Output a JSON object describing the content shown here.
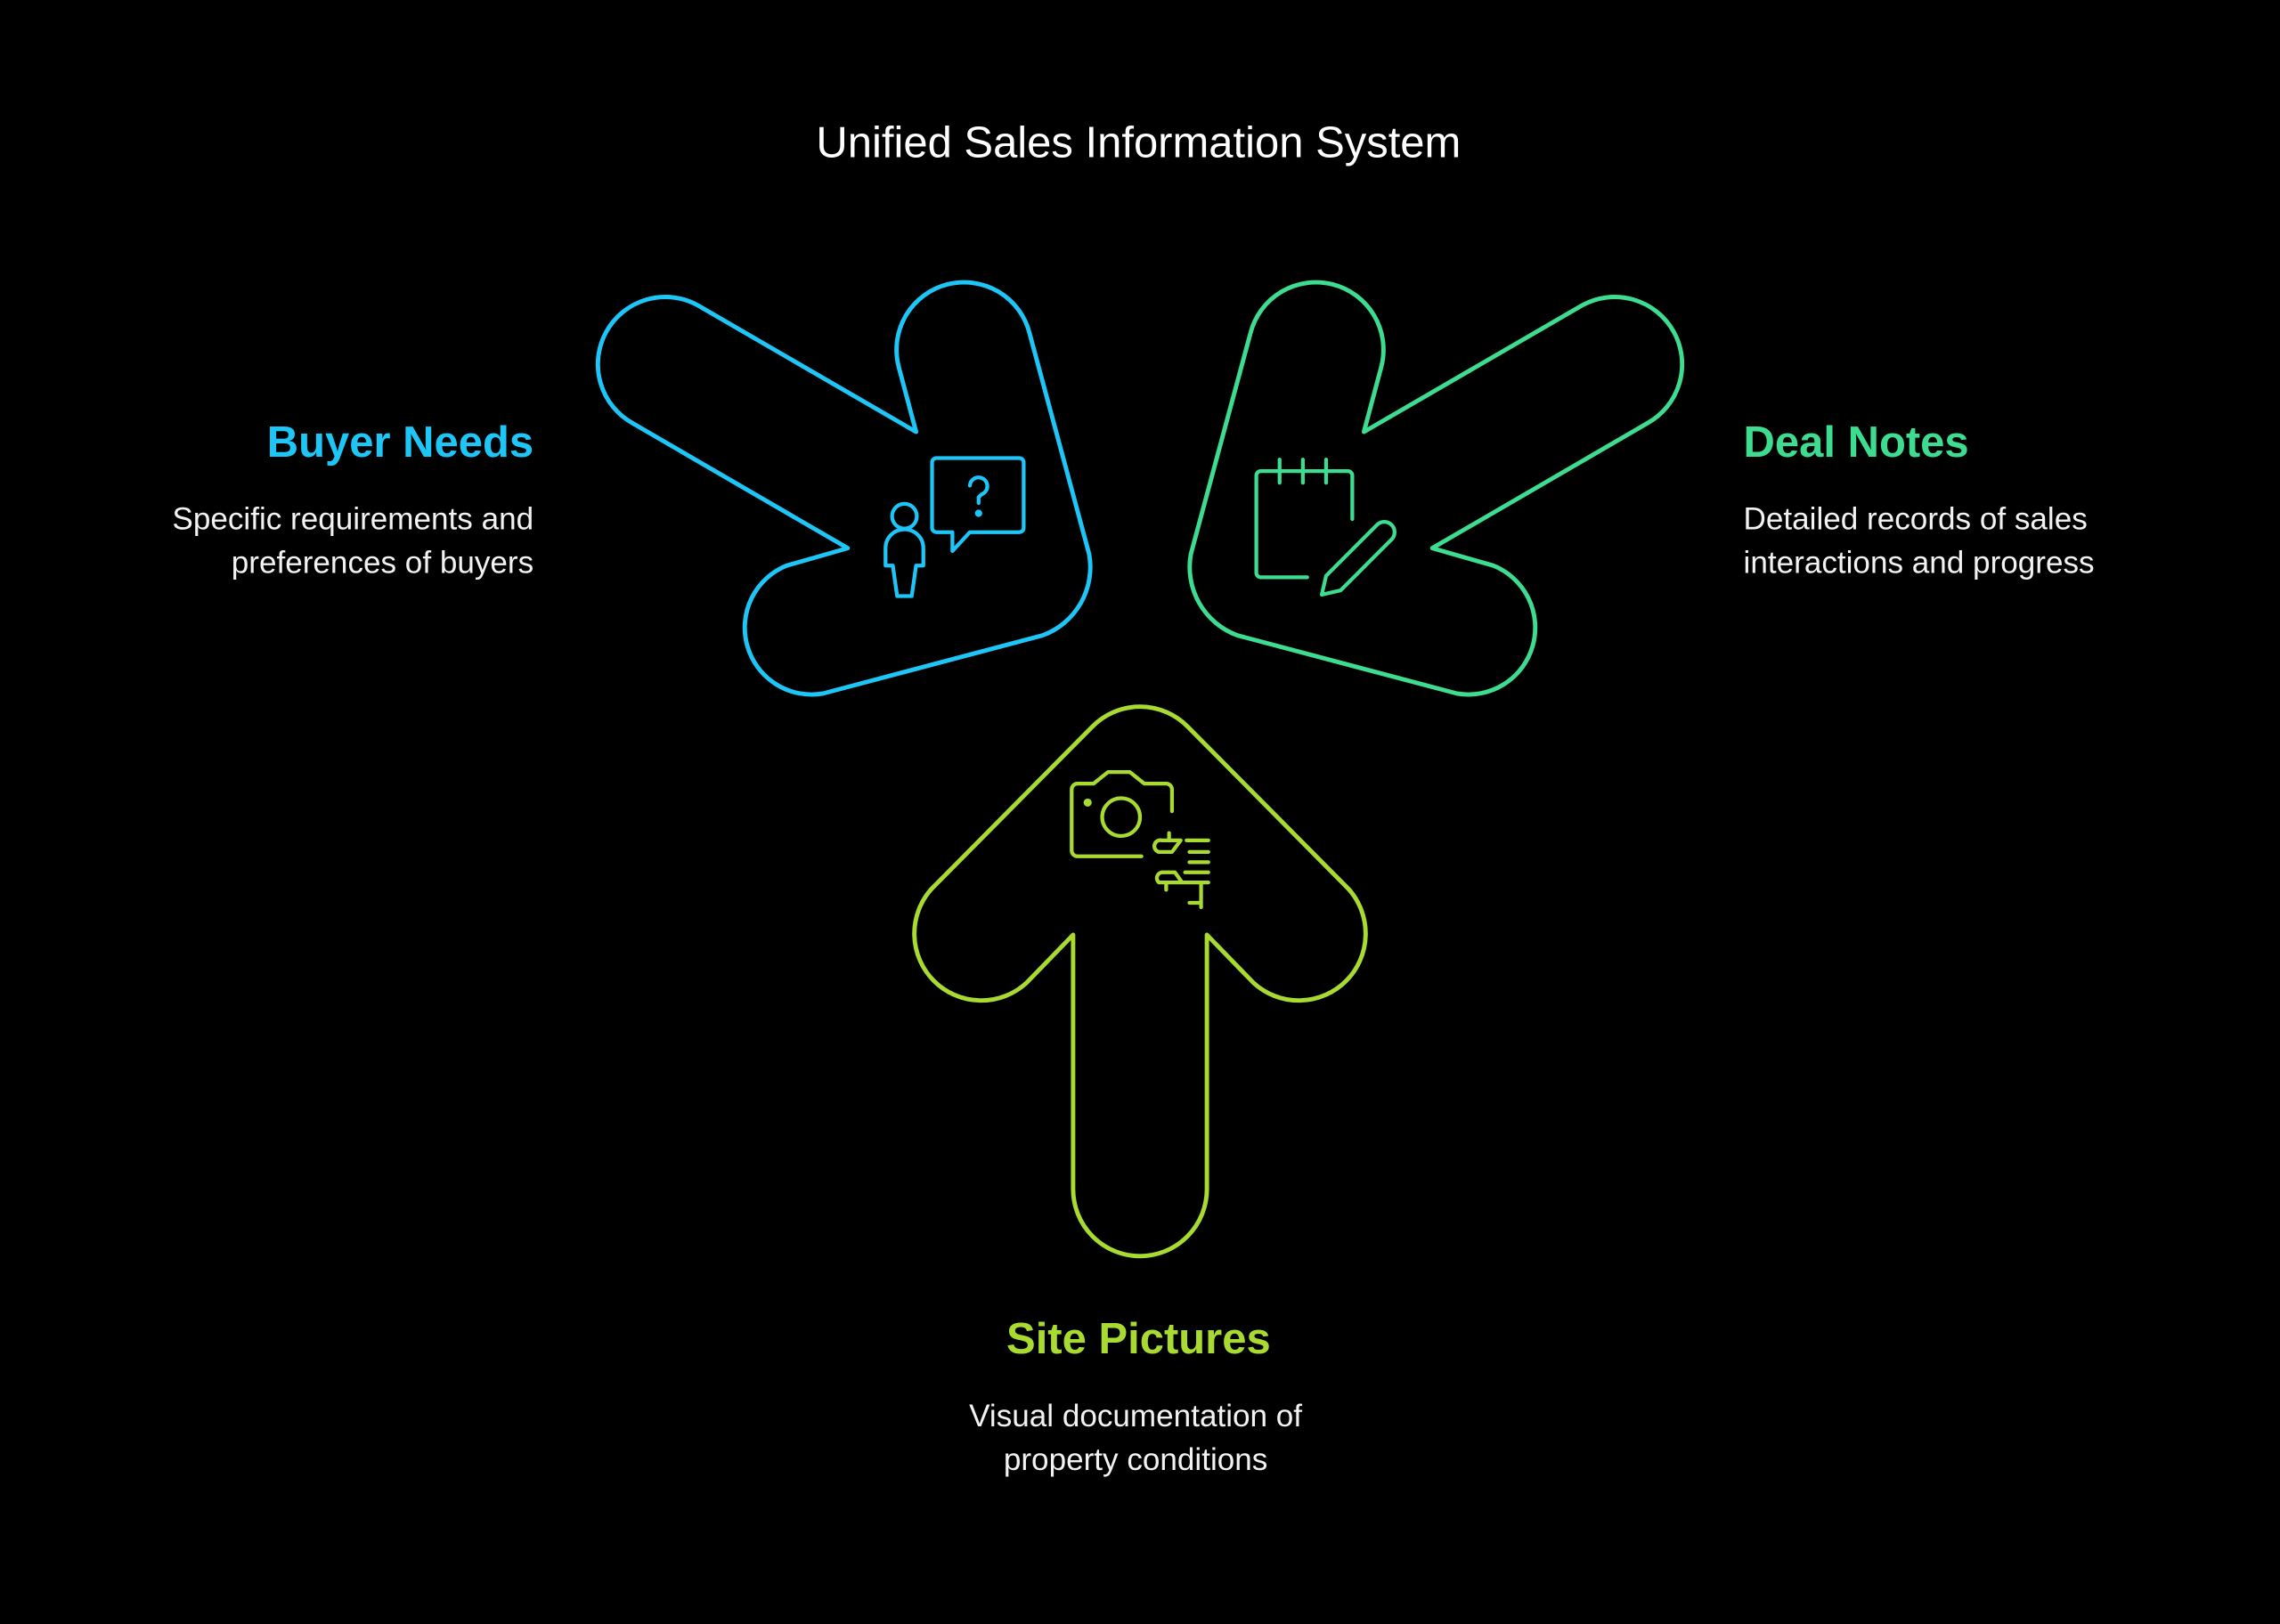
{
  "title": "Unified Sales Information System",
  "colors": {
    "background": "#000000",
    "buyer": "#1ec6f7",
    "deal": "#3ddc91",
    "site": "#a8da32"
  },
  "items": [
    {
      "heading": "Buyer Needs",
      "desc_lines": [
        "Specific requirements and",
        "preferences of buyers"
      ],
      "icon": "person-question-icon"
    },
    {
      "heading": "Deal Notes",
      "desc_lines": [
        "Detailed records of sales",
        "interactions and progress"
      ],
      "icon": "notepad-pencil-icon"
    },
    {
      "heading": "Site Pictures",
      "desc_lines": [
        "Visual documentation of",
        "property conditions"
      ],
      "icon": "camera-notes-icon"
    }
  ]
}
